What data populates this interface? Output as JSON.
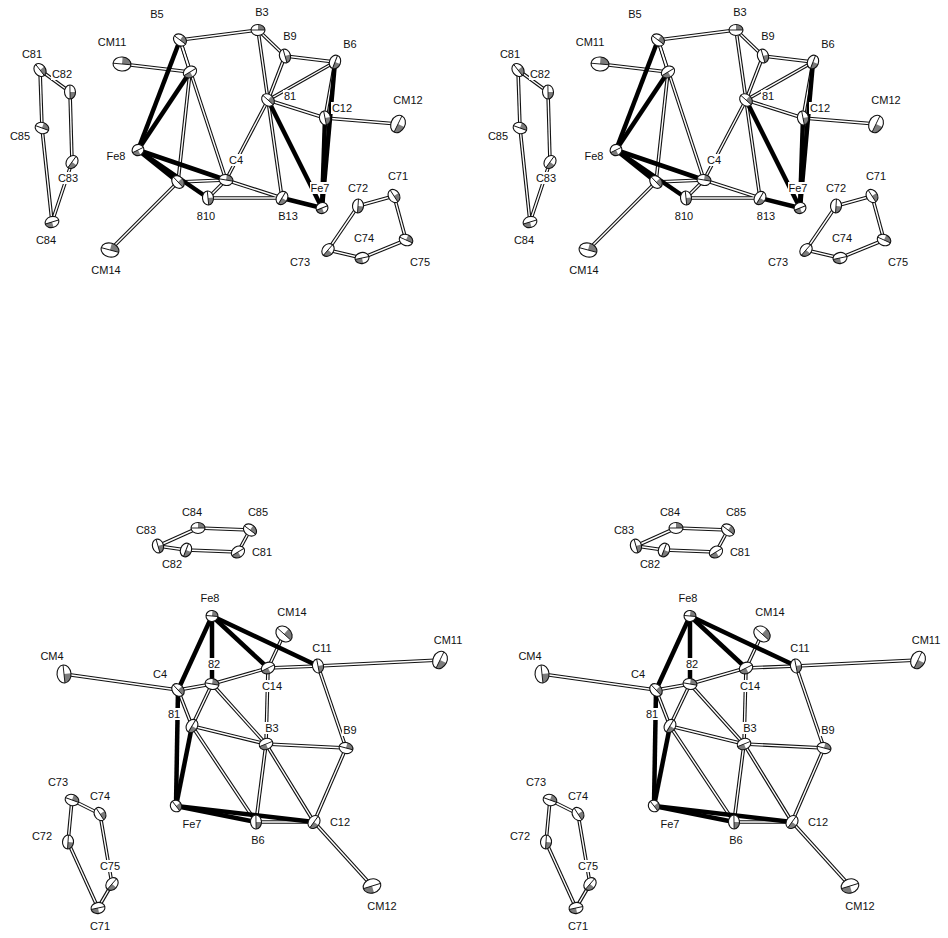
{
  "diagram": {
    "labels": [
      "B5",
      "B3",
      "B9",
      "CM11",
      "B6",
      "C81",
      "C82",
      "81",
      "C12",
      "CM12",
      "C85",
      "Fe8",
      "C4",
      "C83",
      "Fe7",
      "C72",
      "C71",
      "B13",
      "C84",
      "810",
      "C73",
      "C74",
      "C75",
      "CM14",
      "B5",
      "B3",
      "B9",
      "CM11",
      "B6",
      "C81",
      "C82",
      "81",
      "C12",
      "CM12",
      "C85",
      "Fe8",
      "C4",
      "C83",
      "Fe7",
      "C72",
      "C71",
      "813",
      "C84",
      "810",
      "C73",
      "C74",
      "C75",
      "CM14",
      "C84",
      "C85",
      "C83",
      "C81",
      "C82",
      "Fe8",
      "CM14",
      "CM11",
      "C11",
      "CM4",
      "C4",
      "82",
      "C14",
      "81",
      "B3",
      "B9",
      "C73",
      "Fe7",
      "C12",
      "C74",
      "B6",
      "C72",
      "CM12",
      "C75",
      "C71",
      "C84",
      "C85",
      "C83",
      "C81",
      "C82",
      "Fe8",
      "CM14",
      "CM11",
      "C11",
      "CM4",
      "C4",
      "82",
      "C14",
      "81",
      "B3",
      "B9",
      "C73",
      "Fe7",
      "C12",
      "C74",
      "B6",
      "C72",
      "CM12",
      "C75",
      "C71"
    ]
  }
}
